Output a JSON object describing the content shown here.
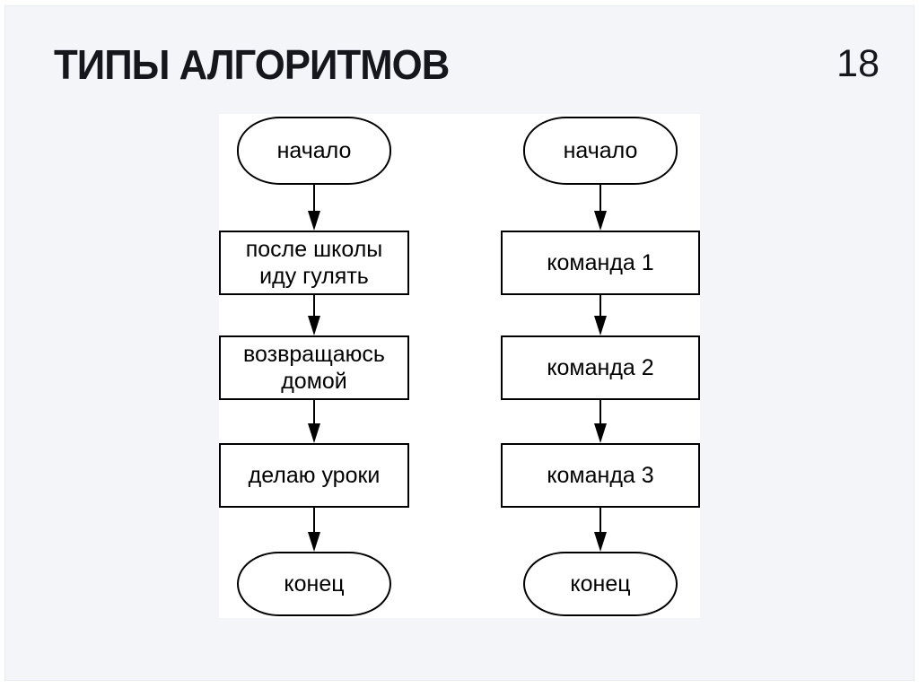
{
  "header": {
    "title": "ТИПЫ АЛГОРИТМОВ",
    "page_number": "18"
  },
  "colors": {
    "slide_background": "#f3f5f9",
    "panel_background": "#ffffff",
    "shape_fill": "#ffffff",
    "shape_border": "#000000",
    "title_text": "#15171c"
  },
  "diagram": {
    "type": "flowchart",
    "flowcharts": [
      {
        "steps": [
          {
            "type": "terminator",
            "label": "начало"
          },
          {
            "type": "process",
            "label": "после школы иду гулять"
          },
          {
            "type": "process",
            "label": "возвращаюсь домой"
          },
          {
            "type": "process",
            "label": "делаю уроки"
          },
          {
            "type": "terminator",
            "label": "конец"
          }
        ]
      },
      {
        "steps": [
          {
            "type": "terminator",
            "label": "начало"
          },
          {
            "type": "process",
            "label": "команда 1"
          },
          {
            "type": "process",
            "label": "команда 2"
          },
          {
            "type": "process",
            "label": "команда 3"
          },
          {
            "type": "terminator",
            "label": "конец"
          }
        ]
      }
    ]
  }
}
